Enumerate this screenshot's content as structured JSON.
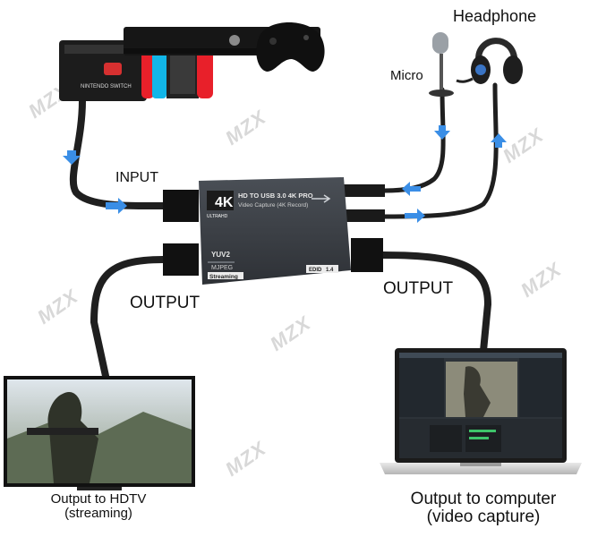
{
  "labels": {
    "headphone": "Headphone",
    "micro": "Micro",
    "input": "INPUT",
    "output_left": "OUTPUT",
    "output_right": "OUTPUT",
    "hdtv_line1": "Output to HDTV",
    "hdtv_line2": "(streaming)",
    "computer_line1": "Output to computer",
    "computer_line2": "(video capture)"
  },
  "device": {
    "badge": "4K",
    "badge_sub": "ULTRAHD",
    "line1": "HD TO USB 3.0 4K PRO",
    "line2": "Video Capture (4K Record)",
    "yuv": "YUV2",
    "mjpeg": "MJPEG",
    "streaming": "Streaming",
    "edid_label": "EDID",
    "edid_value": "1.4"
  },
  "console": {
    "brand": "NINTENDO SWITCH"
  },
  "watermark": {
    "text": "MZX"
  },
  "colors": {
    "device_body": "#3b3f45",
    "cable": "#1f1f1f",
    "arrow": "#3a8ee6",
    "joycon_red": "#e8202a",
    "joycon_blue": "#12b6e8"
  }
}
